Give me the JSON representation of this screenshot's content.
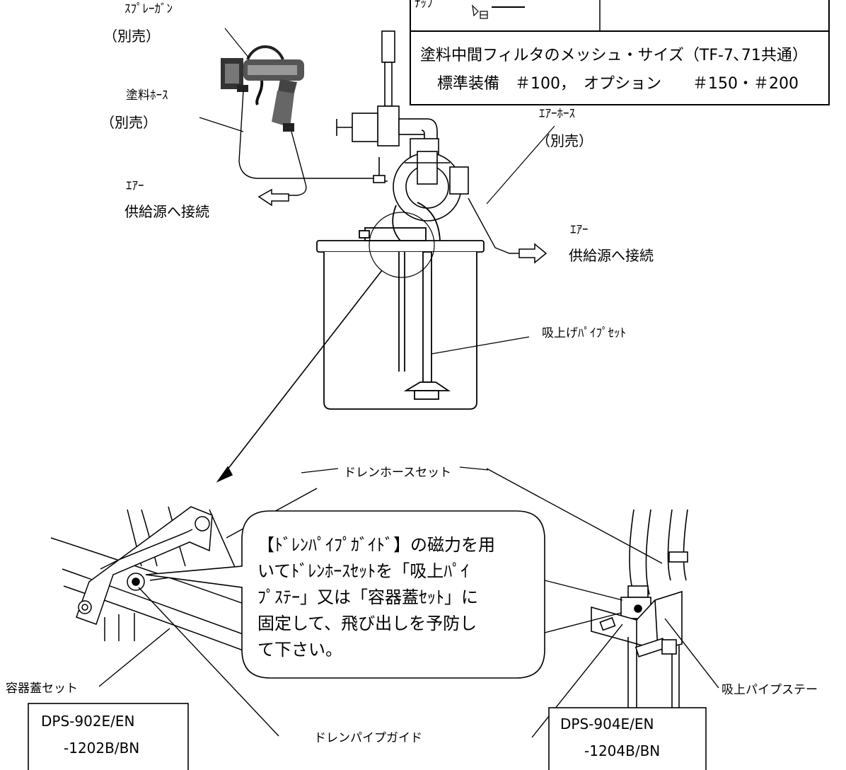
{
  "spec_table": {
    "top_row_left": "ﾅｯﾌﾟ",
    "mesh_line1": "塗料中間フィルタのメッシュ・サイズ（TF-7､71共通）",
    "mesh_line2": "標準装備　＃100，　オプション　　＃150・＃200"
  },
  "labels": {
    "spray_gun": "ｽﾌﾟﾚｰｶﾞﾝ",
    "spray_gun_note": "（別売）",
    "paint_hose": "塗料ﾎｰｽ",
    "paint_hose_note": "（別売）",
    "air_left_1": "ｴｱｰ",
    "air_left_2": "供給源へ接続",
    "air_hose": "ｴｱｰﾎｰｽ",
    "air_hose_note": "（別売）",
    "air_right_1": "ｴｱｰ",
    "air_right_2": "供給源へ接続",
    "suction_pipe_set": "吸上げﾊﾟｲﾌﾟｾｯﾄ",
    "drain_hose_set": "ドレンホースセット",
    "container_lid_set": "容器蓋セット",
    "suction_pipe_stay": "吸上パイプステー",
    "drain_pipe_guide": "ドレンパイプガイド"
  },
  "callout": {
    "lines": [
      "【ﾄﾞﾚﾝﾊﾟｲﾌﾟｶﾞｲﾄﾞ】の磁力を用",
      "いてﾄﾞﾚﾝﾎｰｽｾｯﾄを「吸上ﾊﾟｲ",
      "ﾌﾟｽﾃｰ」又は「容器蓋ｾｯﾄ」に",
      "固定して、飛び出しを予防し",
      "て下さい。"
    ]
  },
  "model_boxes": {
    "left": {
      "line1": "DPS-902E/EN",
      "line2": "-1202B/BN"
    },
    "right": {
      "line1": "DPS-904E/EN",
      "line2": "-1204B/BN"
    }
  }
}
